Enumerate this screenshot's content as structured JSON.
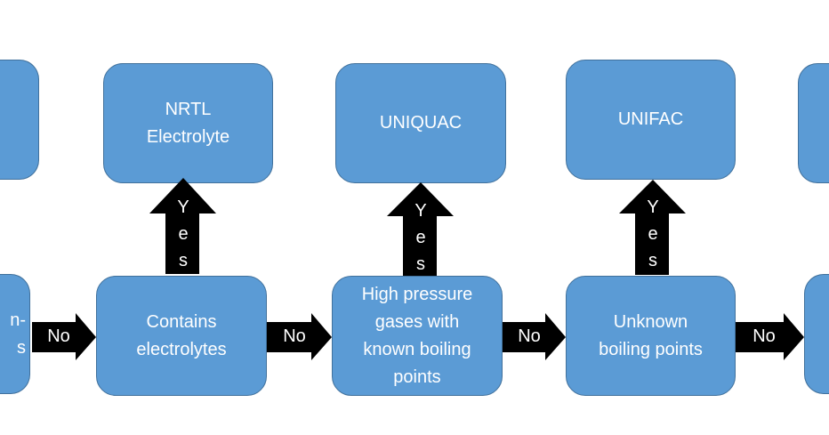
{
  "colors": {
    "box_fill": "#5b9bd5",
    "box_border": "#41719c",
    "arrow": "#000000",
    "text": "#ffffff"
  },
  "top_boxes": [
    {
      "text": ""
    },
    {
      "text": "NRTL\nElectrolyte"
    },
    {
      "text": "UNIQUAC"
    },
    {
      "text": "UNIFAC"
    },
    {
      "text": ""
    }
  ],
  "bottom_boxes": [
    {
      "text": "n-\ns"
    },
    {
      "text": "Contains\nelectrolytes"
    },
    {
      "text": "High pressure\ngases with\nknown boiling\npoints"
    },
    {
      "text": "Unknown\nboiling points"
    },
    {
      "text": ""
    }
  ],
  "yes_label": [
    "Y",
    "e",
    "s"
  ],
  "no_label": "No"
}
